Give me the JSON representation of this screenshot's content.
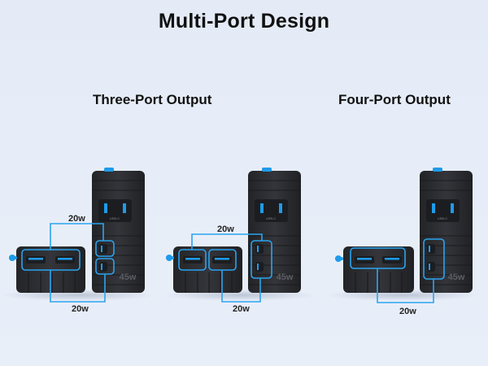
{
  "header": {
    "title": "Multi-Port Design"
  },
  "scenarios": [
    {
      "title": "Three-Port Output",
      "top_label": "20w",
      "bottom_label": "20w"
    },
    {
      "title": "",
      "top_label": "20w",
      "bottom_label": "20w"
    },
    {
      "title": "Four-Port Output",
      "bottom_label": "20w"
    }
  ],
  "device": {
    "wattage": "45w",
    "port_text": "USB-C"
  },
  "colors": {
    "highlight": "#2aa4f0",
    "device_body": "#2b2c30",
    "device_dark": "#1c1d20",
    "port_blue": "#1e9bea",
    "text": "#111111"
  }
}
